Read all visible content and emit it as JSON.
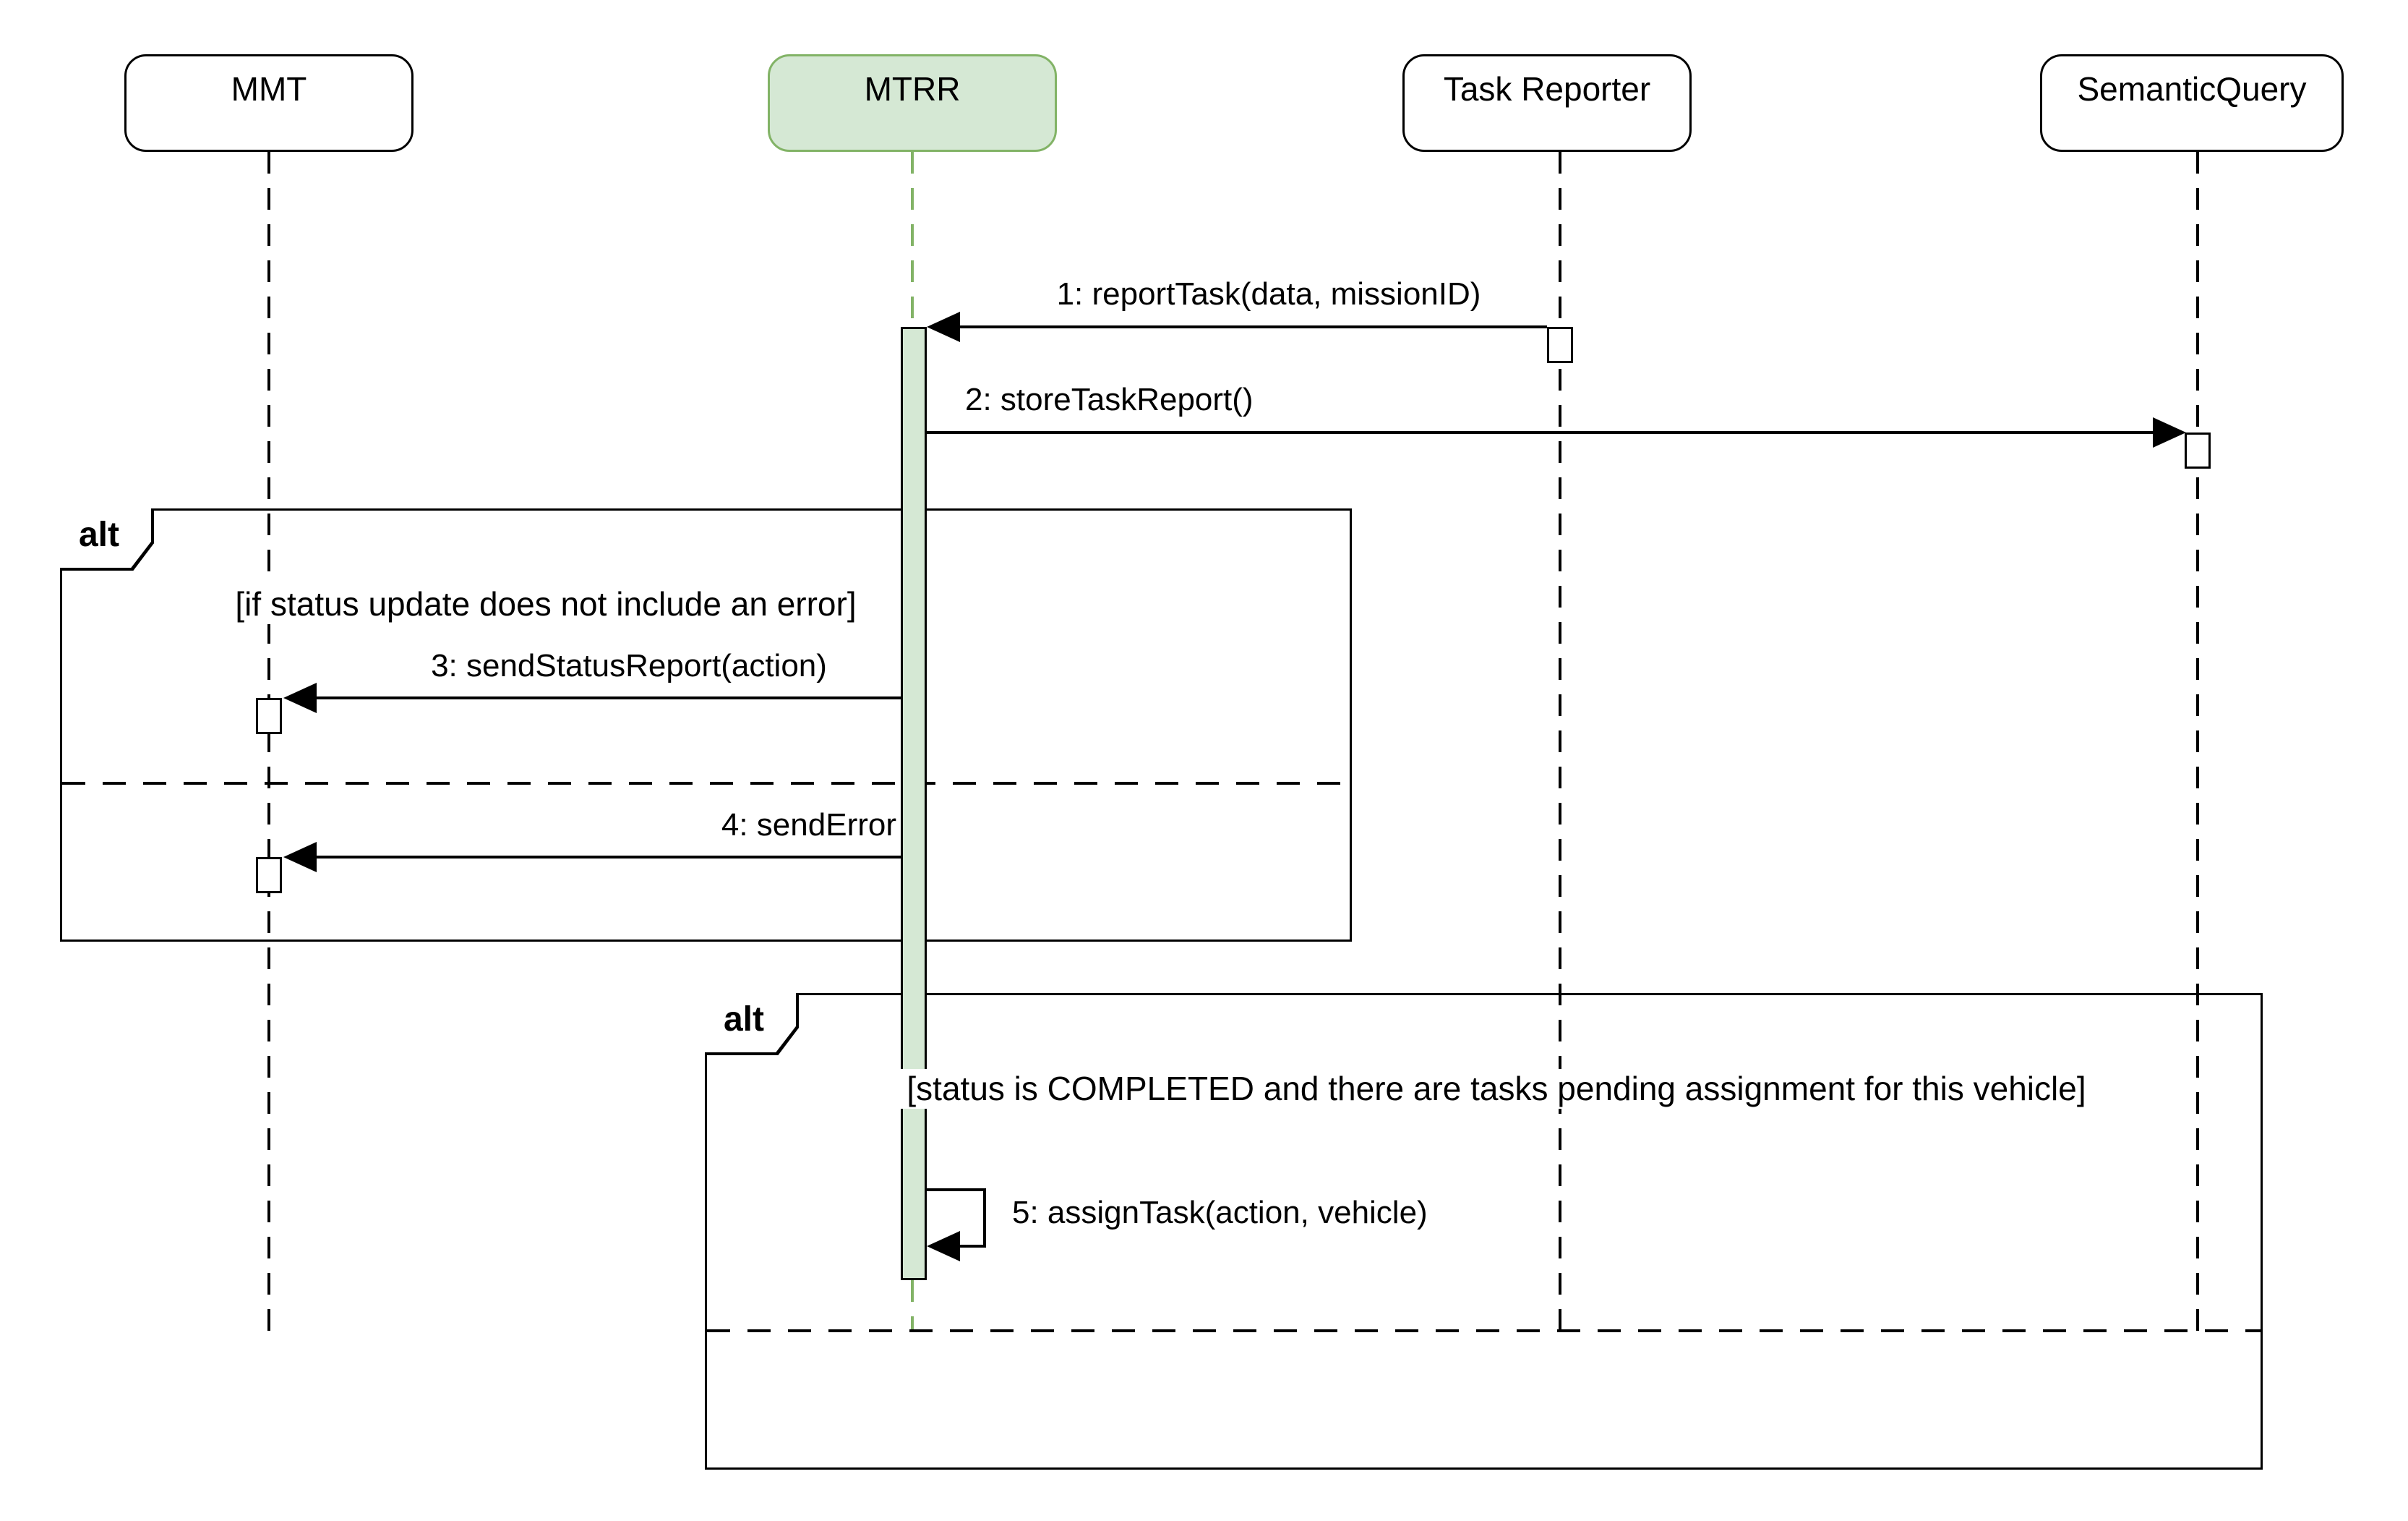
{
  "diagram_type": "uml-sequence-diagram",
  "actors": [
    {
      "label": "MMT",
      "highlighted": false
    },
    {
      "label": "MTRR",
      "highlighted": true
    },
    {
      "label": "Task Reporter",
      "highlighted": false
    },
    {
      "label": "SemanticQuery",
      "highlighted": false
    }
  ],
  "messages": [
    {
      "label": "1: reportTask(data, missionID)",
      "from": "Task Reporter",
      "to": "MTRR",
      "self": false
    },
    {
      "label": "2: storeTaskReport()",
      "from": "MTRR",
      "to": "SemanticQuery",
      "self": false
    },
    {
      "label": "3: sendStatusReport(action)",
      "from": "MTRR",
      "to": "MMT",
      "self": false
    },
    {
      "label": "4: sendError",
      "from": "MTRR",
      "to": "MMT",
      "self": false
    },
    {
      "label": "5: assignTask(action, vehicle)",
      "from": "MTRR",
      "to": "MTRR",
      "self": true
    }
  ],
  "fragments": [
    {
      "operator": "alt",
      "guard": "[if status update does not include an error]"
    },
    {
      "operator": "alt",
      "guard": "[status is COMPLETED and there are tasks pending assignment for this vehicle]"
    }
  ],
  "colors": {
    "highlight_fill": "#d5e8d4",
    "highlight_stroke": "#82b366",
    "line": "#000000",
    "background": "#ffffff"
  }
}
